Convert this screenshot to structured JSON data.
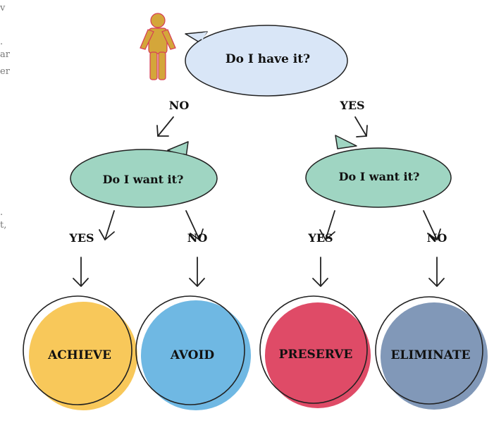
{
  "side_text_fragments": {
    "top_left": [
      "v",
      ".",
      "ar",
      "er"
    ],
    "middle_left": [
      ".",
      "t,"
    ]
  },
  "question_root": "Do I have it?",
  "branch_no": "NO",
  "branch_yes": "YES",
  "question_left": "Do I want it?",
  "question_right": "Do I want it?",
  "left_yes": "YES",
  "left_no": "NO",
  "right_yes": "YES",
  "right_no": "NO",
  "outcomes": {
    "achieve": "ACHIEVE",
    "avoid": "AVOID",
    "preserve": "PRESERVE",
    "eliminate": "ELIMINATE"
  },
  "colors": {
    "person": "#d4a63a",
    "root_bubble": "#d9e6f7",
    "question_bubble": "#9fd5c2",
    "achieve": "#f8c85a",
    "avoid": "#6fb8e3",
    "preserve": "#df4b67",
    "eliminate": "#8198b8"
  }
}
